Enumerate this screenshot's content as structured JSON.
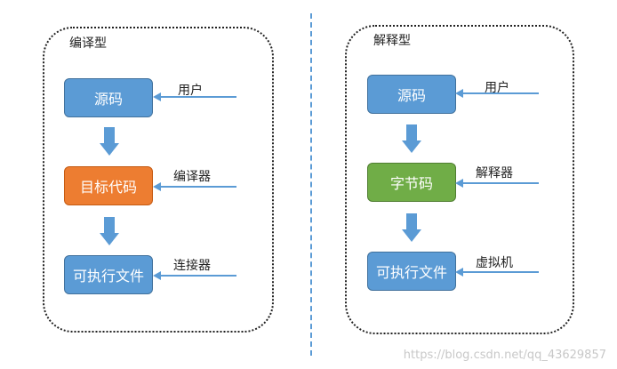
{
  "colors": {
    "box_blue": "#5b9bd5",
    "box_orange": "#ed7d31",
    "box_green": "#70ad47",
    "arrow": "#5b9bd5",
    "border": "#222222"
  },
  "left_panel": {
    "title": "编译型",
    "boxes": [
      {
        "label": "源码",
        "color": "blue",
        "input": "用户"
      },
      {
        "label": "目标代码",
        "color": "orange",
        "input": "编译器"
      },
      {
        "label": "可执行文件",
        "color": "blue",
        "input": "连接器"
      }
    ]
  },
  "right_panel": {
    "title": "解释型",
    "boxes": [
      {
        "label": "源码",
        "color": "blue",
        "input": "用户"
      },
      {
        "label": "字节码",
        "color": "green",
        "input": "解释器"
      },
      {
        "label": "可执行文件",
        "color": "blue",
        "input": "虚拟机"
      }
    ]
  },
  "watermark": "https://blog.csdn.net/qq_43629857"
}
